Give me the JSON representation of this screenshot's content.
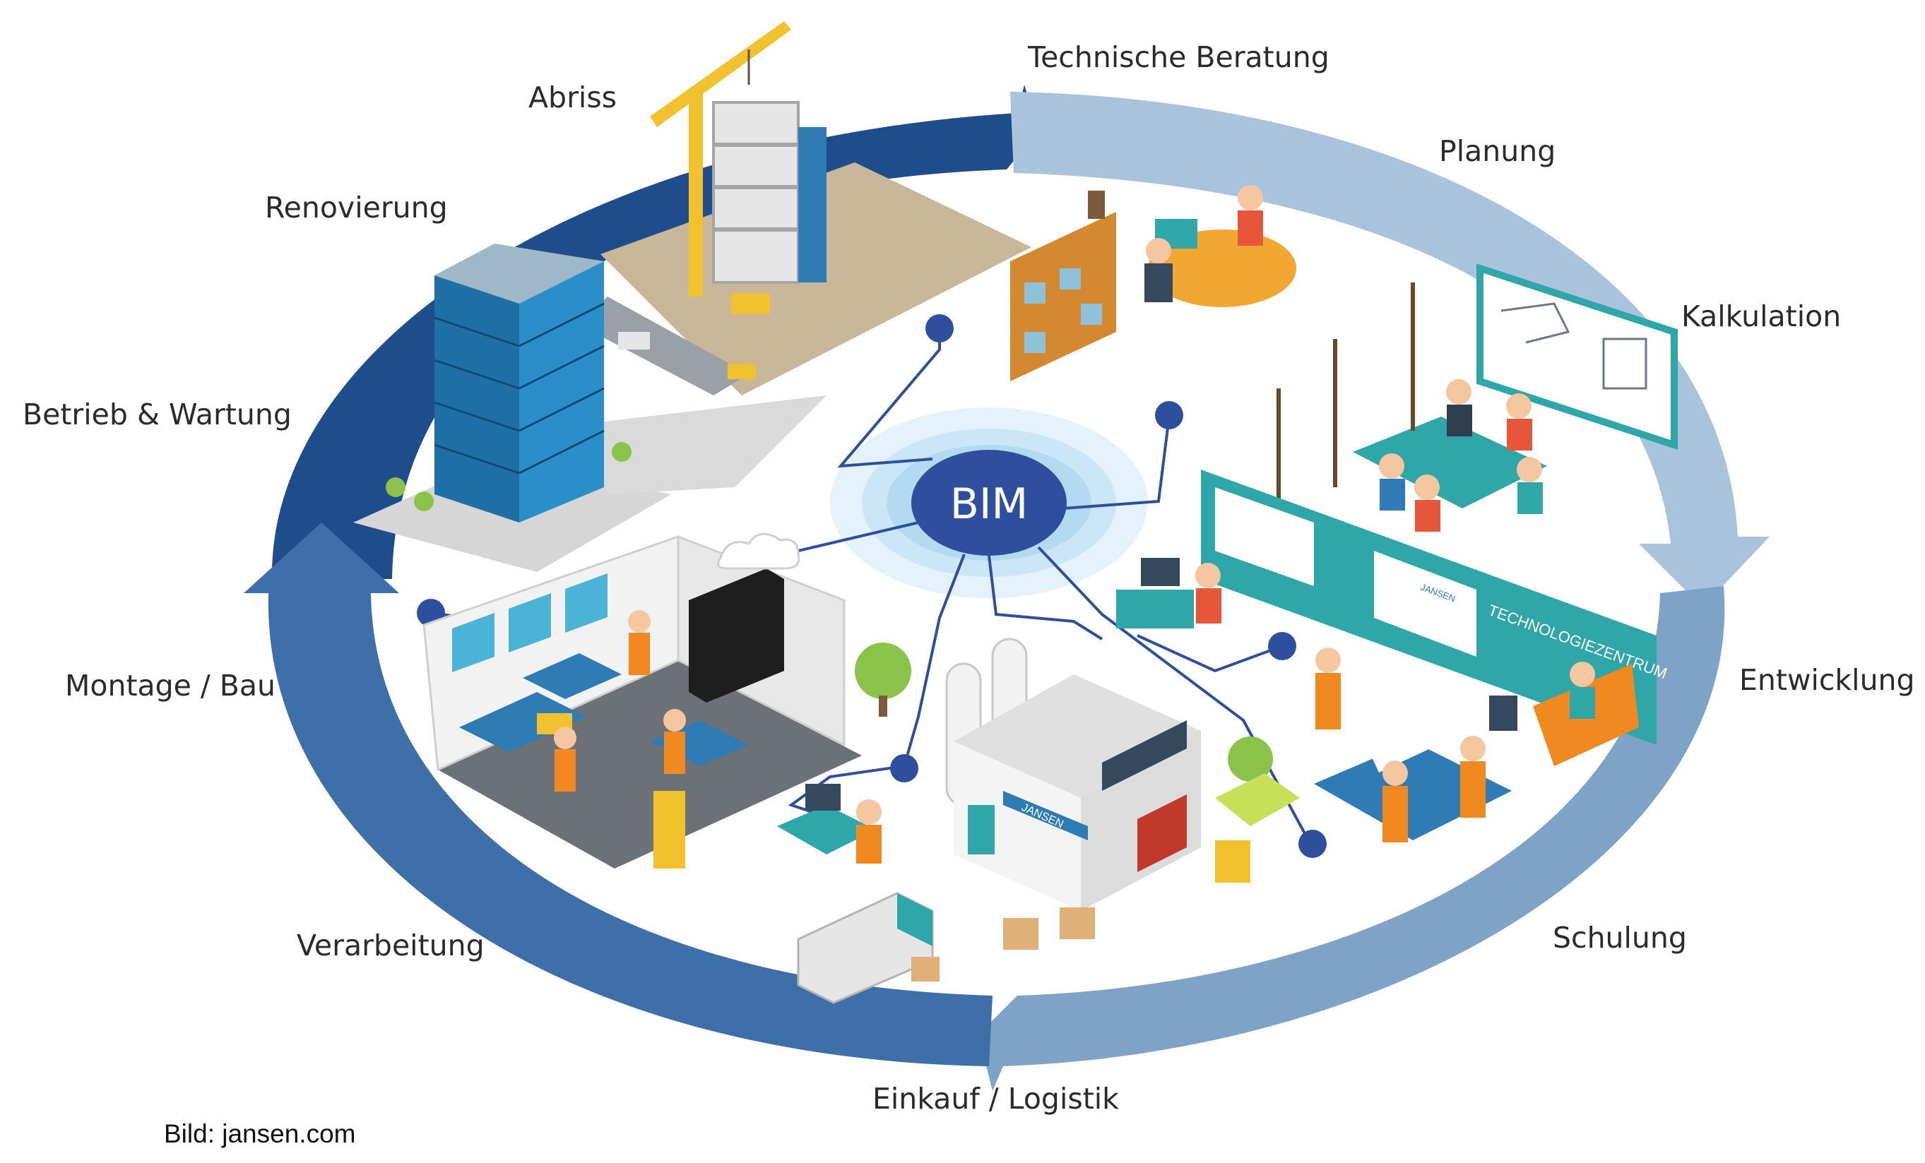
{
  "center": {
    "label": "BIM"
  },
  "stages": [
    {
      "id": "technische-beratung",
      "label": "Technische Beratung"
    },
    {
      "id": "planung",
      "label": "Planung"
    },
    {
      "id": "kalkulation",
      "label": "Kalkulation"
    },
    {
      "id": "entwicklung",
      "label": "Entwicklung"
    },
    {
      "id": "schulung",
      "label": "Schulung"
    },
    {
      "id": "einkauf-logistik",
      "label": "Einkauf / Logistik"
    },
    {
      "id": "verarbeitung",
      "label": "Verarbeitung"
    },
    {
      "id": "montage-bau",
      "label": "Montage / Bau"
    },
    {
      "id": "betrieb-wartung",
      "label": "Betrieb & Wartung"
    },
    {
      "id": "renovierung",
      "label": "Renovierung"
    },
    {
      "id": "abriss",
      "label": "Abriss"
    }
  ],
  "signage": {
    "factory_sign": "JANSEN",
    "training_sign": "TECHNOLOGIEZENTRUM",
    "screen_sign": "JANSEN"
  },
  "caption": "Bild: jansen.com",
  "colors": {
    "ring_dark": "#1f4d8c",
    "ring_mid": "#3f6fa8",
    "ring_light": "#a9c3dc",
    "bim_circle": "#2e4f9e",
    "bim_glow": "#bfe0f5",
    "teal": "#2fa6a8",
    "orange": "#f0891f"
  }
}
